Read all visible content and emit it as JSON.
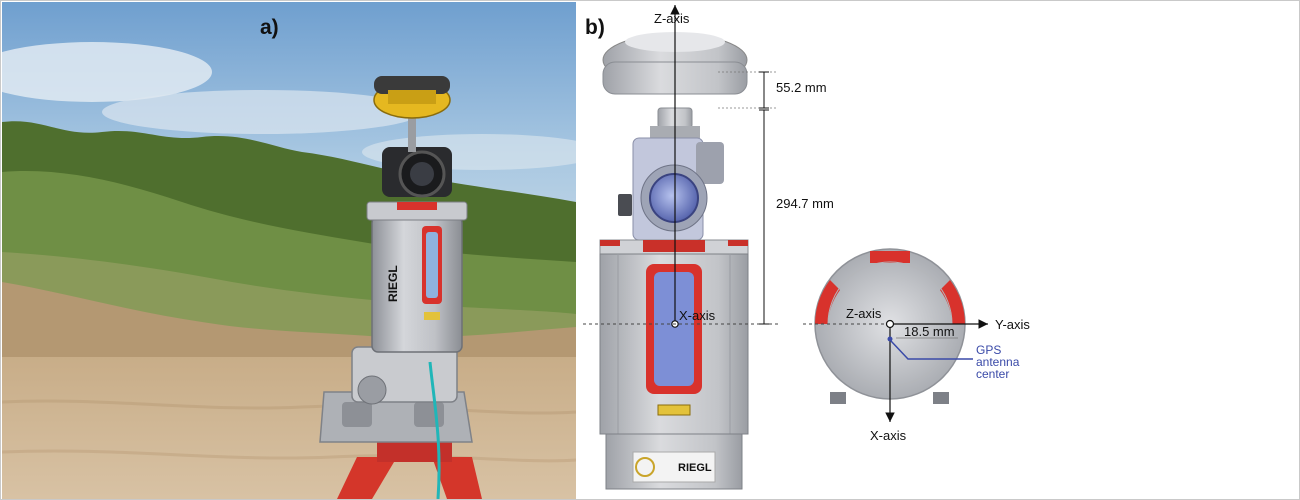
{
  "figure": {
    "panel_a": {
      "letter": "a)",
      "scanner_brand": "RIEGL"
    },
    "panel_b": {
      "letter": "b)",
      "side_view": {
        "z_axis_label": "Z-axis",
        "x_axis_label": "X-axis",
        "dim_top": "55.2 mm",
        "dim_main": "294.7 mm",
        "brand": "RIEGL"
      },
      "top_view": {
        "z_axis_label": "Z-axis",
        "y_axis_label": "Y-axis",
        "x_axis_label": "X-axis",
        "offset_label": "18.5 mm",
        "gps_label_line1": "GPS",
        "gps_label_line2": "antenna",
        "gps_label_line3": "center"
      }
    }
  },
  "colors": {
    "sky": "#8fb6d8",
    "sand": "#cdb493",
    "vegetation": "#5f7f3c",
    "scanner_body": "#b9bcc2",
    "accent_red": "#d8322c",
    "window_blue": "#7d8fd6",
    "gps_yellow": "#e5b820",
    "gps_label_blue": "#3a4aa8"
  }
}
